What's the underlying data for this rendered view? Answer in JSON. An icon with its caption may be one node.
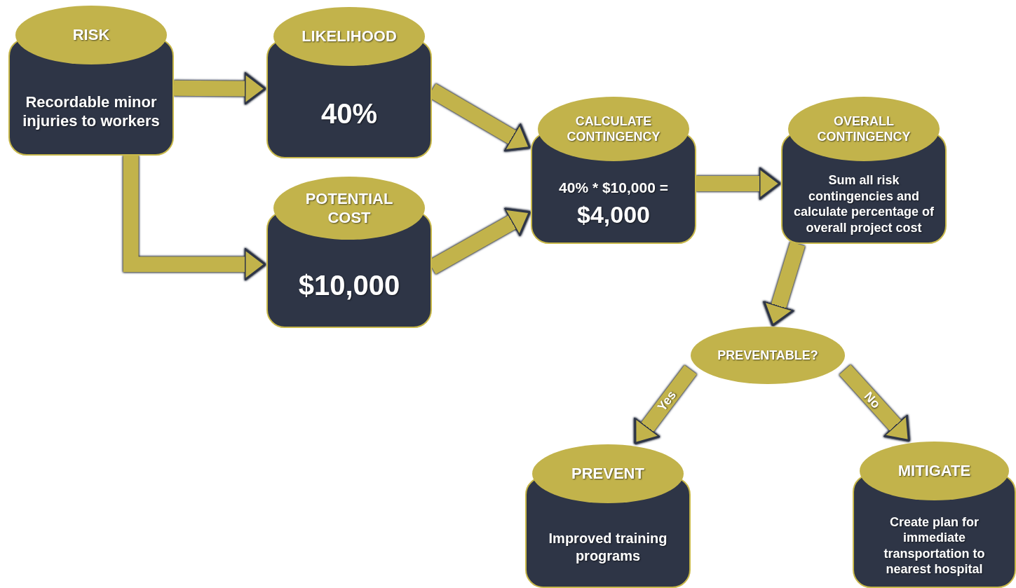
{
  "diagram": {
    "nodes": [
      {
        "text": [
          "RISK",
          "Recordable minor injuries to workers"
        ]
      },
      {
        "text": [
          "LIKELIHOOD",
          "40%"
        ]
      },
      {
        "text": [
          "POTENTIAL COST",
          "$10,000"
        ]
      },
      {
        "text": [
          "CALCULATE CONTINGENCY",
          "40% * $10,000 =",
          "$4,000"
        ]
      },
      {
        "text": [
          "OVERALL CONTINGENCY",
          "Sum all risk contingencies and calculate percentage of overall project cost"
        ]
      },
      {
        "text": [
          "PREVENTABLE?"
        ]
      },
      {
        "text": [
          "PREVENT",
          "Improved training programs"
        ]
      },
      {
        "text": [
          "MITIGATE",
          "Create plan for immediate transportation to nearest hospital"
        ]
      }
    ],
    "edges": [
      {
        "from": 0,
        "to": 1,
        "arrow": "to"
      },
      {
        "from": 0,
        "to": 2,
        "arrow": "to"
      },
      {
        "from": 1,
        "to": 3,
        "arrow": "to"
      },
      {
        "from": 2,
        "to": 3,
        "arrow": "to"
      },
      {
        "from": 3,
        "to": 4,
        "arrow": "to"
      },
      {
        "from": 4,
        "to": 5,
        "arrow": "to"
      },
      {
        "from": 5,
        "to": 6,
        "arrow": "to",
        "label": "Yes"
      },
      {
        "from": 5,
        "to": 7,
        "arrow": "to",
        "label": "No"
      }
    ]
  }
}
